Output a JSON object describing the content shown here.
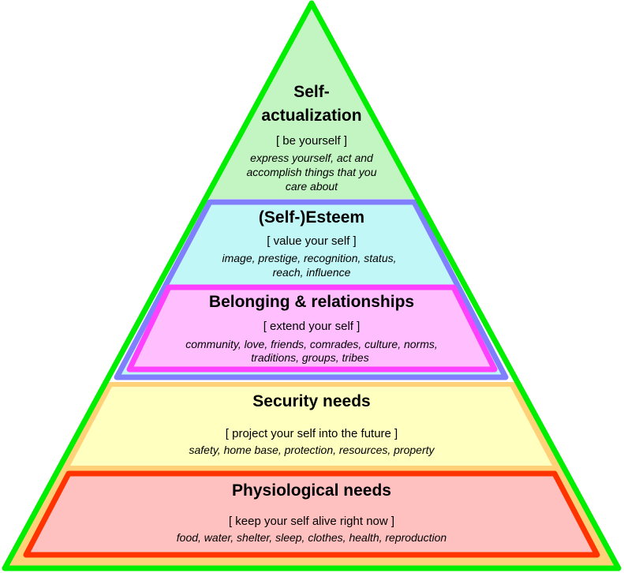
{
  "diagram": {
    "levels": [
      {
        "id": "self-actualization",
        "title_line1": "Self-",
        "title_line2": "actualization",
        "subtitle": "[ be yourself ]",
        "desc_line1": "express yourself, act and",
        "desc_line2": "accomplish things that you",
        "desc_line3": "care about",
        "fill": "#c2f5c2",
        "border": "#00ee00"
      },
      {
        "id": "esteem",
        "title": "(Self-)Esteem",
        "subtitle": "[ value your self ]",
        "desc_line1": "image, prestige, recognition, status,",
        "desc_line2": "reach, influence",
        "fill": "#c2f7f7",
        "border": "#8080ff"
      },
      {
        "id": "belonging",
        "title": "Belonging & relationships",
        "subtitle": "[ extend your self ]",
        "desc_line1": "community, love, friends, comrades, culture, norms,",
        "desc_line2": "traditions, groups, tribes",
        "fill": "#ffbfff",
        "border": "#ff40ff"
      },
      {
        "id": "security",
        "title": "Security needs",
        "subtitle": "[ project your self into the future ]",
        "desc_line1": "safety, home base, protection, resources, property",
        "fill": "#ffffc0",
        "border": "#ffcc66"
      },
      {
        "id": "physiological",
        "title": "Physiological needs",
        "subtitle": "[ keep your self alive right now ]",
        "desc_line1": "food, water, shelter, sleep, clothes, health, reproduction",
        "fill": "#ffc0c0",
        "border": "#ff3300"
      }
    ],
    "outline_color": "#00ee00"
  }
}
